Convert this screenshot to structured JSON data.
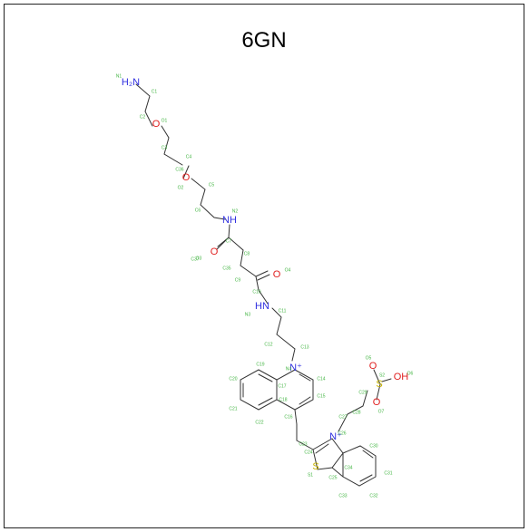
{
  "title": "6GN",
  "colors": {
    "carbon_label": "#43b543",
    "nitrogen": "#3030e0",
    "oxygen": "#e02020",
    "sulfur": "#c8b400",
    "bond": "#333333"
  },
  "atoms": {
    "n1": "H₂N",
    "o1": "O",
    "o2": "O",
    "nh1": "NH",
    "o3": "O",
    "o4": "O",
    "nh2": "HN",
    "nplus1": "N⁺",
    "nplus2": "N⁺",
    "s1": "S",
    "s2": "S",
    "so1": "O",
    "so2": "O",
    "soh": "OH"
  },
  "labels": {
    "c1": "C1",
    "c2": "C2",
    "c3": "C3",
    "c4": "C4",
    "c5": "C5",
    "c6": "C6",
    "c7": "C7",
    "c8": "C8",
    "c9": "C9",
    "c10": "C10",
    "c11": "C11",
    "c12": "C12",
    "c13": "C13",
    "c14": "C14",
    "c15": "C15",
    "c16": "C16",
    "c17": "C17",
    "c18": "C18",
    "c19": "C19",
    "c20": "C20",
    "c21": "C21",
    "c22": "C22",
    "c23": "C23",
    "c24": "C24",
    "c25": "C25",
    "c26": "C26",
    "c27": "C27",
    "c28": "C28",
    "c29": "C29",
    "c30": "C30",
    "c31": "C31",
    "c32": "C32",
    "c33": "C33",
    "c34": "C34",
    "c35": "C35",
    "c36": "C36",
    "c37": "C37",
    "n_1": "N1",
    "n_2": "N2",
    "n_3": "N3",
    "n_4": "N4",
    "o_1": "O1",
    "o_2": "O2",
    "o_3": "O3",
    "o_4": "O4",
    "o_5": "O5",
    "o_6": "O6",
    "o_7": "O7",
    "s_1": "S1",
    "s_2": "S2"
  }
}
